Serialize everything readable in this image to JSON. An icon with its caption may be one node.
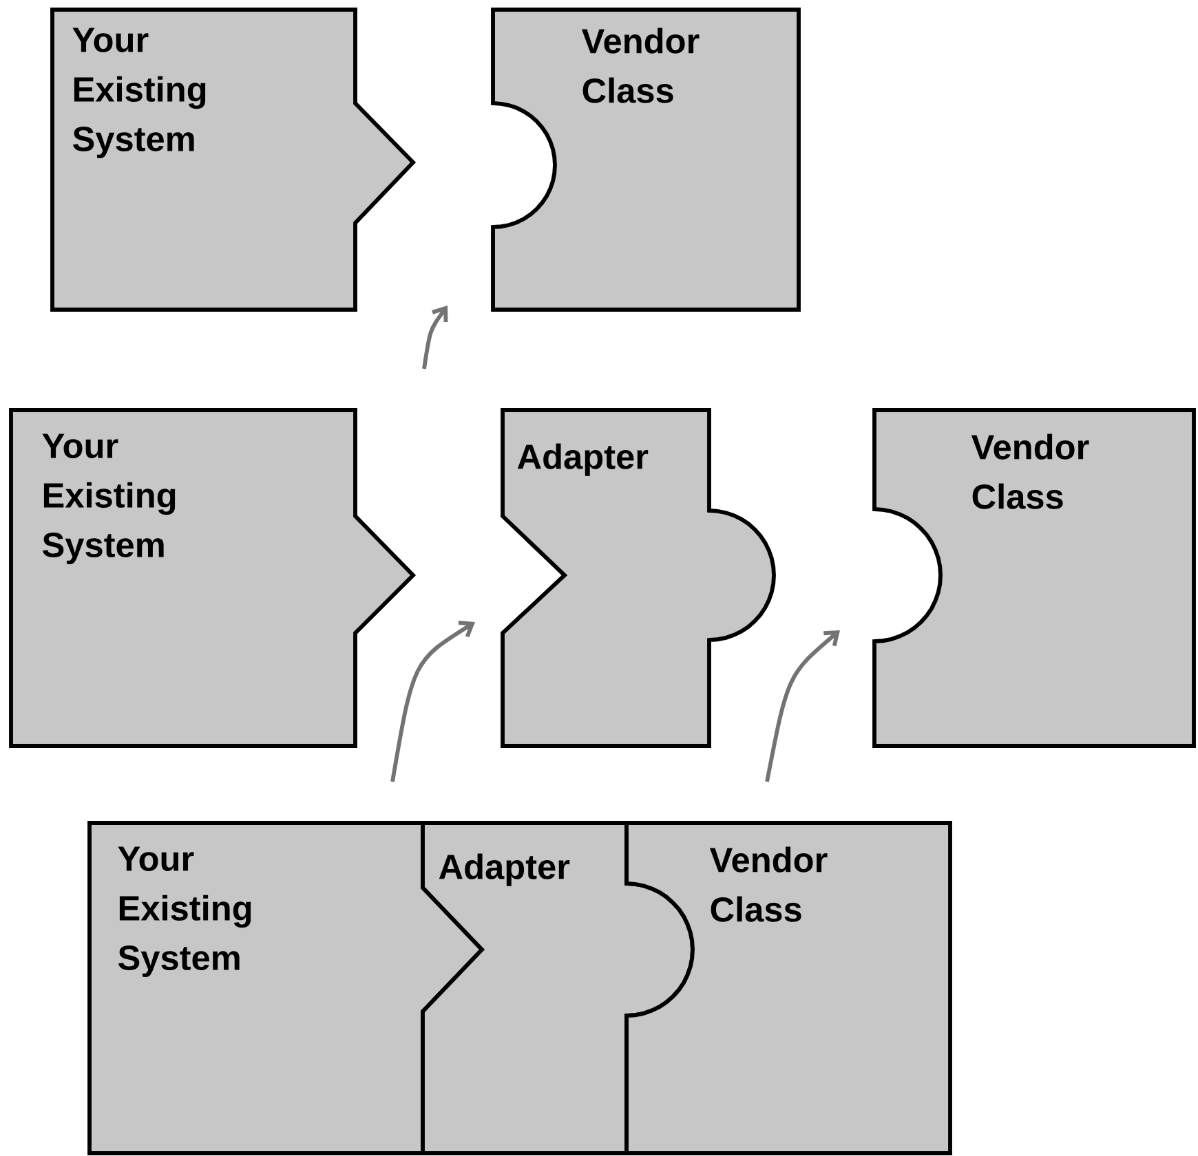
{
  "diagram": {
    "nodes": [
      {
        "text": [
          "Your Existing System"
        ]
      },
      {
        "text": [
          "Vendor Class"
        ]
      },
      {
        "text": [
          "Your Existing System"
        ]
      },
      {
        "text": [
          "Adapter"
        ]
      },
      {
        "text": [
          "Vendor Class"
        ]
      },
      {
        "text": [
          "Your Existing System"
        ]
      },
      {
        "text": [
          "Adapter"
        ]
      },
      {
        "text": [
          "Vendor Class"
        ]
      }
    ]
  }
}
